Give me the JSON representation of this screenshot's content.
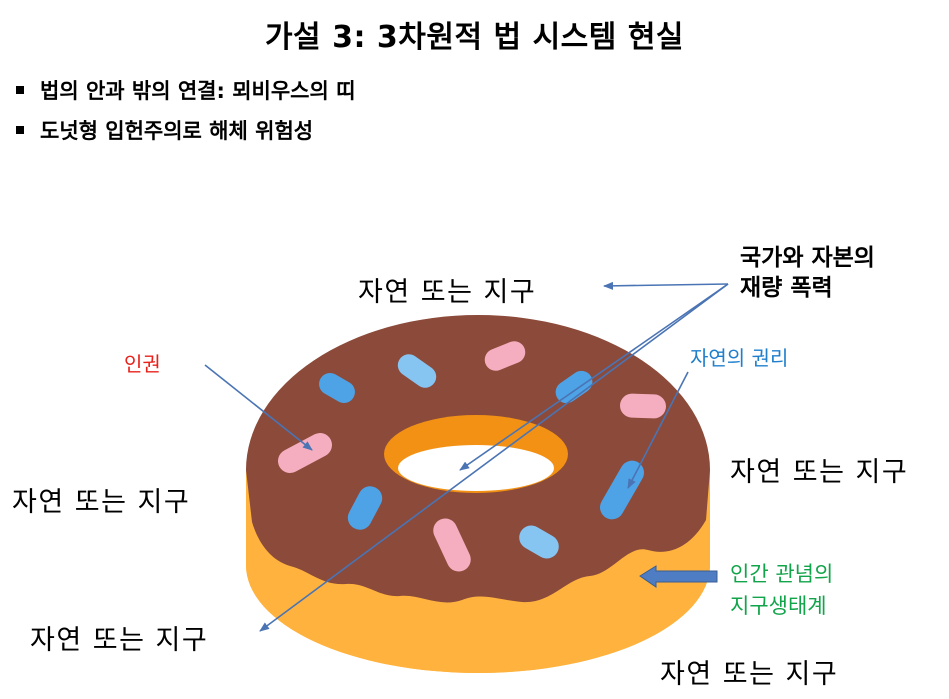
{
  "title": "가설 3: 3차원적 법 시스템 현실",
  "bullets": [
    "법의 안과 밖의 연결: 뫼비우스의 띠",
    "도넛형 입헌주의로 해체 위험성"
  ],
  "labels": {
    "earth_top": "자연 또는 지구",
    "earth_left": "자연 또는 지구",
    "earth_right": "자연 또는 지구",
    "earth_bottom_left": "자연 또는 지구",
    "earth_bottom_right": "자연 또는 지구",
    "human_rights": "인권",
    "nature_rights": "자연의 권리",
    "violence_line1": "국가와 자본의",
    "violence_line2": "재량 폭력",
    "ecosystem_line1": "인간 관념의",
    "ecosystem_line2": "지구생태계"
  },
  "colors": {
    "donut_body": "#FFB33E",
    "icing": "#8B4A3A",
    "hole_inner": "#F29114",
    "sprinkle_pink": "#F4AEBF",
    "sprinkle_light_blue": "#86C4F2",
    "sprinkle_blue": "#4EA3E6",
    "arrow_blue": "#4A74B4",
    "human_rights_red": "#E8221B",
    "nature_rights_blue": "#1F7FCC",
    "ecosystem_green": "#12A44A",
    "block_arrow_fill": "#4F7DC3",
    "block_arrow_stroke": "#3A5E93"
  },
  "icons": {
    "block_arrow": "left-block-arrow-icon"
  }
}
